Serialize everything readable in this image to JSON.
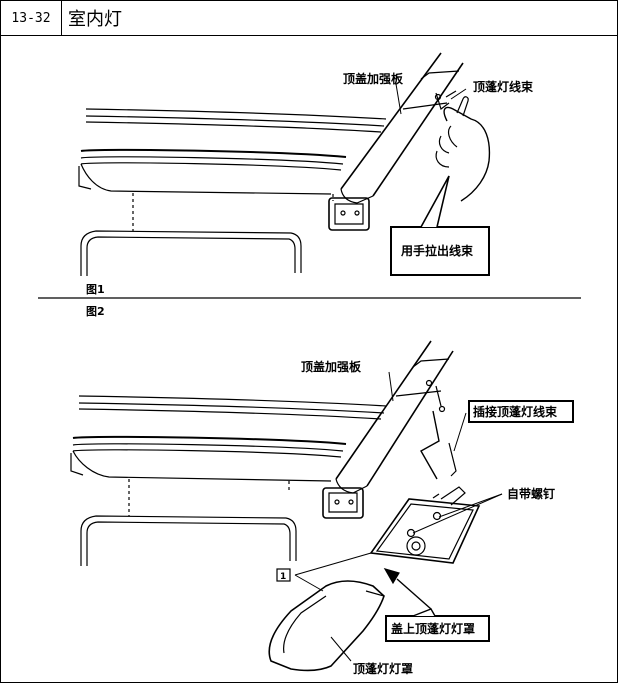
{
  "header": {
    "code": "13-32",
    "title": "室内灯"
  },
  "figure1": {
    "number": "图1",
    "labels": {
      "reinforcement": "顶盖加强板",
      "harness": "顶蓬灯线束",
      "callout": "用手拉出线束"
    }
  },
  "figure2": {
    "number": "图2",
    "labels": {
      "reinforcement": "顶盖加强板",
      "connect": "插接顶蓬灯线束",
      "screws": "自带螺钉",
      "item_number": "1",
      "install_cover": "盖上顶蓬灯灯罩",
      "cover": "顶蓬灯灯罩"
    }
  }
}
